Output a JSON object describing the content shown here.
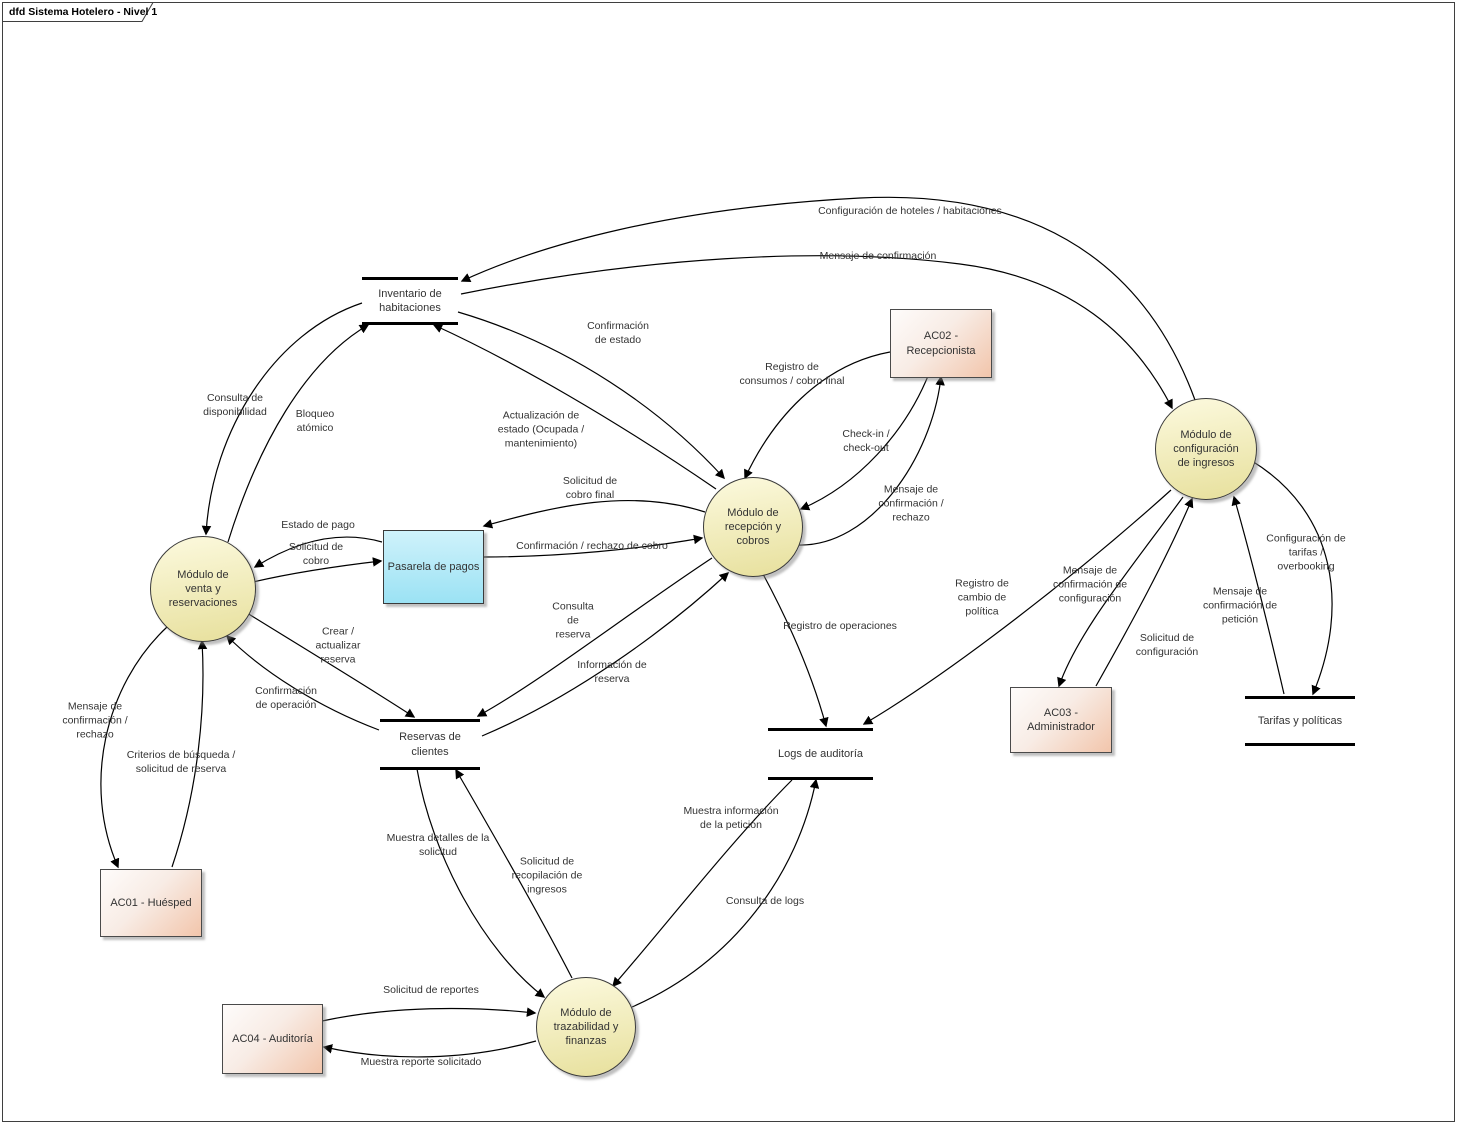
{
  "frame": {
    "title": "dfd Sistema Hotelero - Nivel 1"
  },
  "processes": {
    "venta": "Módulo de\nventa y\nreservaciones",
    "recepcion": "Módulo de\nrecepción y\ncobros",
    "config": "Módulo de\nconfiguración\nde ingresos",
    "trazabilidad": "Módulo de\ntrazabilidad y\nfinanzas"
  },
  "datastores": {
    "inventario": "Inventario de\nhabitaciones",
    "reservas": "Reservas de\nclientes",
    "logs": "Logs de auditoría",
    "tarifas": "Tarifas y políticas"
  },
  "externals": {
    "ac01": "AC01 - Huésped",
    "ac02": "AC02 -\nRecepcionista",
    "ac03": "AC03 -\nAdministrador",
    "ac04": "AC04 - Auditoría"
  },
  "gateway": {
    "pasarela": "Pasarela de pagos"
  },
  "flows": {
    "config_hoteles": "Configuración de hoteles / habitaciones",
    "mensaje_confirmacion": "Mensaje de confirmación",
    "confirmacion_estado": "Confirmación\nde estado",
    "registro_consumos": "Registro de\nconsumos / cobro final",
    "check_in_out": "Check-in /\ncheck-out",
    "msj_conf_rechazo_ac02": "Mensaje de\nconfirmación /\nrechazo",
    "consulta_disponibilidad": "Consulta de\ndisponibilidad",
    "bloqueo_atomico": "Bloqueo\natómico",
    "actualizacion_estado": "Actualización de\nestado (Ocupada /\nmantenimiento)",
    "solicitud_cobro_final": "Solicitud de\ncobro final",
    "confirmacion_rechazo_cobro": "Confirmación / rechazo de cobro",
    "estado_pago": "Estado de pago",
    "solicitud_cobro": "Solicitud de\ncobro",
    "crear_actualizar_reserva": "Crear /\nactualizar\nreserva",
    "confirmacion_operacion": "Confirmación\nde operación",
    "consulta_reserva": "Consulta\nde\nreserva",
    "informacion_reserva": "Información de\nreserva",
    "registro_operaciones": "Registro de operaciones",
    "registro_cambio_politica": "Registro de\ncambio de\npolítica",
    "msj_conf_configuracion": "Mensaje de\nconfirmación de\nconfiguración",
    "solicitud_configuracion": "Solicitud de\nconfiguración",
    "config_tarifas": "Configuración de\ntarifas /\noverbooking",
    "msj_conf_peticion": "Mensaje de\nconfirmación de\npetición",
    "msj_conf_rechazo_ac01": "Mensaje de\nconfirmación /\nrechazo",
    "criterios_busqueda": "Criterios de búsqueda /\nsolicitud de reserva",
    "muestra_detalles": "Muestra detalles de la\nsolicitud",
    "solicitud_recopilacion": "Solicitud de\nrecopilación de\ningresos",
    "muestra_informacion": "Muestra información\nde la petición",
    "consulta_logs": "Consulta de logs",
    "solicitud_reportes": "Solicitud de reportes",
    "muestra_reporte": "Muestra reporte solicitado"
  },
  "colors": {
    "process_fill": "#f3efc0",
    "external_fill": "#f2c5ab",
    "gateway_fill": "#9be2f4",
    "line": "#000000"
  }
}
